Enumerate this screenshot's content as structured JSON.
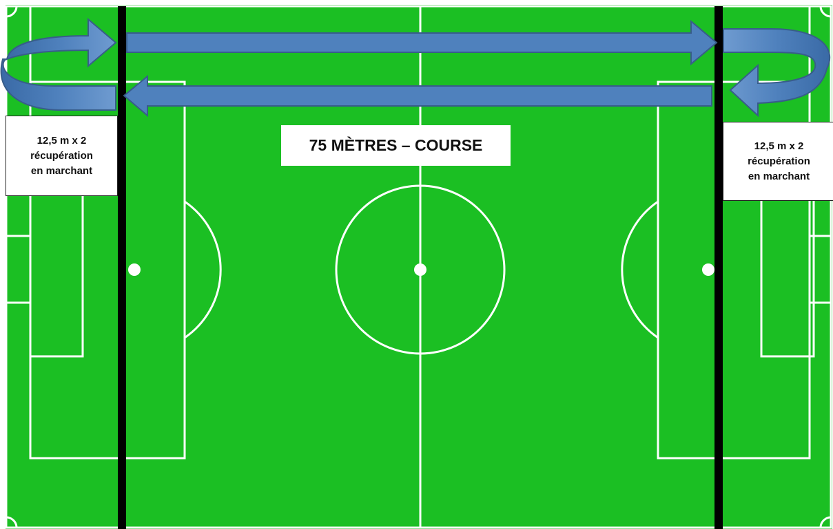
{
  "title": "75 MÈTRES – COURSE",
  "left_label": {
    "line1": "12,5 m x 2",
    "line2": "récupération",
    "line3": "en marchant"
  },
  "right_label": {
    "line1": "12,5 m x 2",
    "line2": "récupération",
    "line3": "en marchant"
  },
  "colors": {
    "pitch": "#1bbf23",
    "lines": "#ffffff",
    "boundary": "#000000",
    "arrow_fill": "#4f81bd",
    "arrow_stroke": "#385d8a"
  }
}
